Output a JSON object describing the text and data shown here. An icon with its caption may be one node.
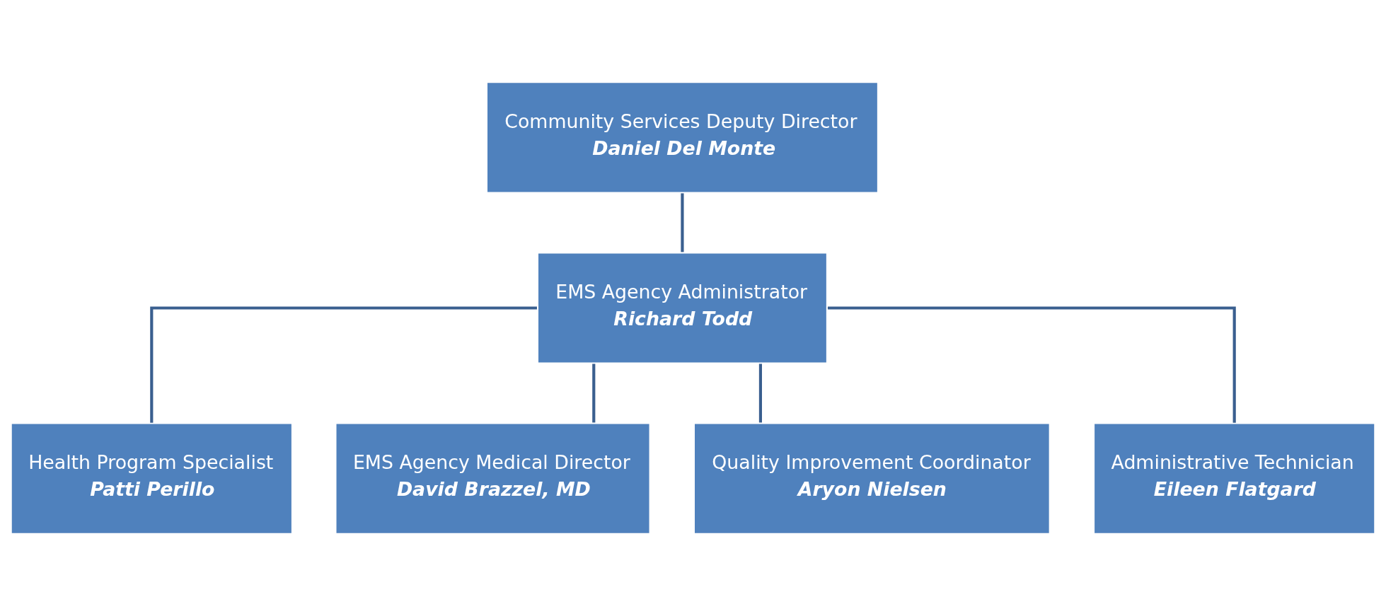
{
  "diagram": {
    "nodes": [
      {
        "text": [
          "Community Services Deputy Director",
          "Daniel Del Monte"
        ]
      },
      {
        "text": [
          "EMS Agency Administrator",
          "Richard Todd"
        ]
      },
      {
        "text": [
          "Health Program Specialist",
          "Patti Perillo"
        ]
      },
      {
        "text": [
          "EMS Agency Medical Director",
          "David Brazzel, MD"
        ]
      },
      {
        "text": [
          "Quality Improvement Coordinator",
          "Aryon Nielsen"
        ]
      },
      {
        "text": [
          "Administrative Technician",
          "Eileen Flatgard"
        ]
      }
    ],
    "edges": [
      {
        "from": 0,
        "to": 1,
        "arrow": "none"
      },
      {
        "from": 1,
        "to": 2,
        "arrow": "none"
      },
      {
        "from": 1,
        "to": 3,
        "arrow": "none"
      },
      {
        "from": 1,
        "to": 4,
        "arrow": "none"
      },
      {
        "from": 1,
        "to": 5,
        "arrow": "none"
      }
    ]
  }
}
